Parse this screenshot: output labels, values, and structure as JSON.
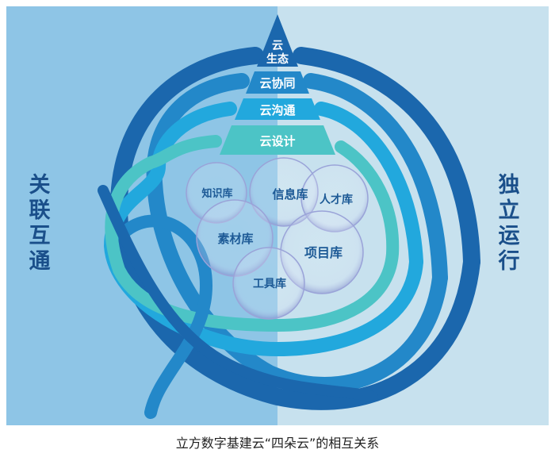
{
  "pyramid": {
    "tiers": [
      "云",
      "生态",
      "云协同",
      "云沟通",
      "云设计"
    ]
  },
  "bubbles": [
    "知识库",
    "信息库",
    "人才库",
    "素材库",
    "项目库",
    "工具库"
  ],
  "left_label": "关联互通",
  "right_label": "独立运行",
  "caption": "立方数字基建云“四朵云”的相互关系",
  "colors": {
    "left_bg": "#8ec5e6",
    "right_bg": "#c7e1ee",
    "ring_dark": "#1b67ad",
    "ring_mid": "#2388c9",
    "ring_light": "#22a8dd",
    "ring_teal": "#4cc4c6"
  }
}
